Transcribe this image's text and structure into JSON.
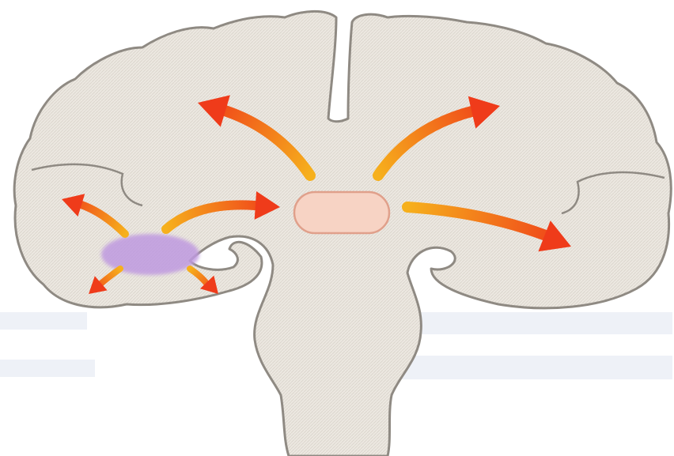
{
  "diagram": {
    "colors": {
      "background": "#ffffff",
      "brain_fill": "#ece8e1",
      "brain_outline": "#8f8a83",
      "thalamus_fill": "#f7d3c4",
      "thalamus_outline": "#e0a08b",
      "temporal_focus_fill": "#bf9ae0",
      "arrow_head": "#ef3b1a",
      "arrow_tail": "#f6b01c"
    },
    "regions": [
      "brain-coronal-section",
      "thalamus-spot",
      "temporal-focus-spot"
    ],
    "arrows": [
      {
        "name": "arrow-thalamus-to-left-frontal"
      },
      {
        "name": "arrow-thalamus-to-right-frontal"
      },
      {
        "name": "arrow-thalamus-to-right-temporal"
      },
      {
        "name": "arrow-temporal-to-thalamus"
      },
      {
        "name": "arrow-temporal-to-left-lateral"
      },
      {
        "name": "arrow-temporal-down-left"
      },
      {
        "name": "arrow-temporal-down-right"
      }
    ]
  }
}
